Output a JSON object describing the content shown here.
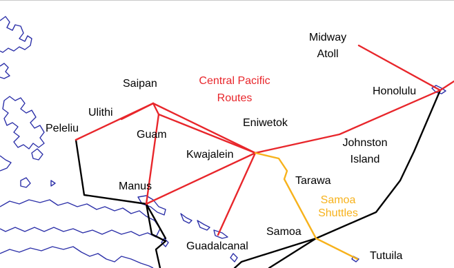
{
  "map": {
    "colors": {
      "background": "#ffffff",
      "coastline": "#2b2fa8",
      "central_pacific_route": "#e8262b",
      "samoa_shuttle": "#f7b21c",
      "other_route": "#000000",
      "place_label": "#000000"
    },
    "places": {
      "midway_line1": "Midway",
      "midway_line2": "Atoll",
      "honolulu": "Honolulu",
      "saipan": "Saipan",
      "ulithi": "Ulithi",
      "peleliu": "Peleliu",
      "guam": "Guam",
      "eniwetok": "Eniwetok",
      "kwajalein": "Kwajalein",
      "johnston_line1": "Johnston",
      "johnston_line2": "Island",
      "tarawa": "Tarawa",
      "manus": "Manus",
      "samoa": "Samoa",
      "guadalcanal": "Guadalcanal",
      "tutuila": "Tutuila"
    },
    "legend": {
      "central_pacific_line1": "Central Pacific",
      "central_pacific_line2": "Routes",
      "samoa_shuttles_line1": "Samoa",
      "samoa_shuttles_line2": "Shuttles"
    }
  }
}
